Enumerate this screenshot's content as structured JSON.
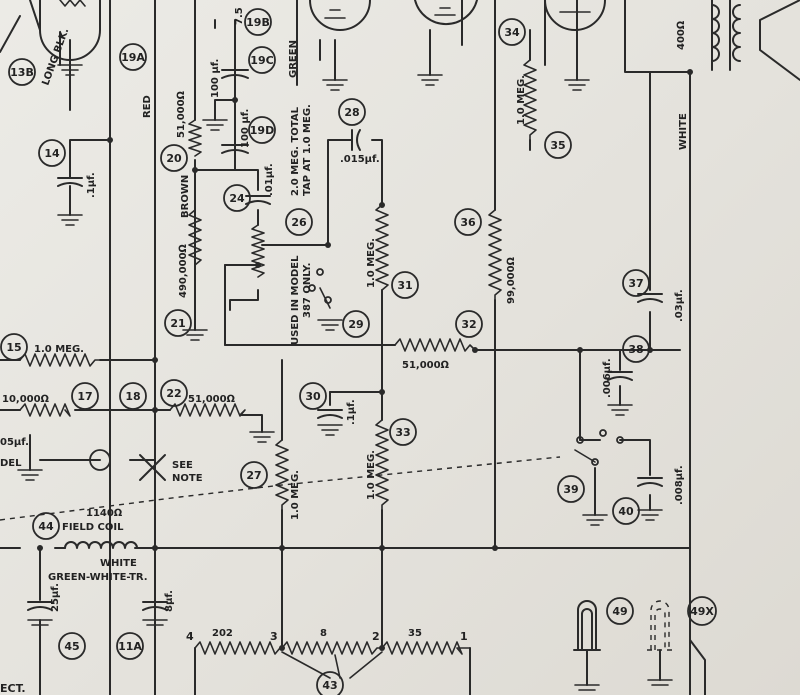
{
  "colors": {
    "ink": "#2a2a2a",
    "paper": "#e7e5df"
  },
  "labels": {
    "c13b": "13B",
    "long_blk": "LONG BLK.",
    "c19a": "19A",
    "red": "RED",
    "c19b": "19B",
    "c19c": "19C",
    "c19d": "19D",
    "cap_100a": "100 μf.",
    "cap_100b": "100 μf.",
    "r_top_partial": "7.5",
    "green": "GREEN",
    "c14": "14",
    "c14_val": ".1μf.",
    "c20": "20",
    "c20_val": "51,000Ω",
    "brown": "BROWN",
    "c24": "24",
    "c24_val": ".01μf.",
    "c26": "26",
    "c26_note1": "2.0 MEG. TOTAL",
    "c26_note2": "TAP AT 1.0 MEG.",
    "c21": "21",
    "c21_val": "490,000Ω",
    "used_note1": "USED IN MODEL",
    "used_note2": "387 ONLY.",
    "c29": "29",
    "c28": "28",
    "c28_val": ".015μf.",
    "c31": "31",
    "c31_val": "1.0 MEG.",
    "c34": "34",
    "c35": "35",
    "c35_val": "1.0 MEG.",
    "c36": "36",
    "c36_val": "99,000Ω",
    "r400": "400Ω",
    "white_top": "WHITE",
    "c37": "37",
    "c37_val": ".03μf.",
    "c32": "32",
    "c32_val": "51,000Ω",
    "c38": "38",
    "c38_val": ".006μf.",
    "c15": "15",
    "c15_val": "1.0 MEG.",
    "c17": "17",
    "c18": "18",
    "r10000": "10,000Ω",
    "c22": "22",
    "c22_val": "51,000Ω",
    "cap05": "05μf.",
    "del": "DEL",
    "see_note1": "SEE",
    "see_note2": "NOTE",
    "c30": "30",
    "c30_val": ".1μf.",
    "c33": "33",
    "c33_val": "1.0 MEG.",
    "c27": "27",
    "c27_val": "1.0 MEG.",
    "c39": "39",
    "c40": "40",
    "c40_val": ".008μf.",
    "field_val": "1140Ω",
    "field_coil": "FIELD COIL",
    "c44": "44",
    "white_field": "WHITE",
    "green_white": "GREEN-WHITE-TR.",
    "cap25": "25μf.",
    "c45": "45",
    "cap8": "8μf.",
    "c11a": "11A",
    "tap4": "4",
    "tap3": "3",
    "tap2": "2",
    "tap1": "1",
    "r202": "202",
    "r8": "8",
    "r35": "35",
    "c43": "43",
    "c49": "49",
    "c49x": "49X",
    "ect": "ECT."
  }
}
